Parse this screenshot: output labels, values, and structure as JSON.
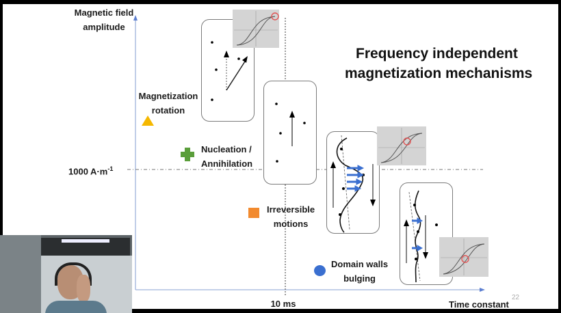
{
  "slide": {
    "title_line1": "Frequency independent",
    "title_line2": "magnetization mechanisms",
    "page_number": "22"
  },
  "axes": {
    "y_label_line1": "Magnetic field",
    "y_label_line2": "amplitude",
    "x_label": "Time constant",
    "y_threshold": "1000 A·m",
    "y_threshold_exp": "-1",
    "x_threshold": "10 ms"
  },
  "mechanisms": [
    {
      "label_line1": "Magnetization",
      "label_line2": "rotation",
      "marker": "triangle",
      "color": "#f5b800"
    },
    {
      "label_line1": "Nucleation /",
      "label_line2": "Annihilation",
      "marker": "cross",
      "color": "#5a9e3a"
    },
    {
      "label_line1": "Irreversible",
      "label_line2": "motions",
      "marker": "square",
      "color": "#f28a2e"
    },
    {
      "label_line1": "Domain walls",
      "label_line2": "bulging",
      "marker": "circle",
      "color": "#3a6fd0"
    }
  ],
  "colors": {
    "axis": "#6f8fd0",
    "wall_arrows": "#3a6fd0",
    "highlight_circle": "#e05555"
  },
  "webcam": {
    "description": "presenter video feed"
  }
}
